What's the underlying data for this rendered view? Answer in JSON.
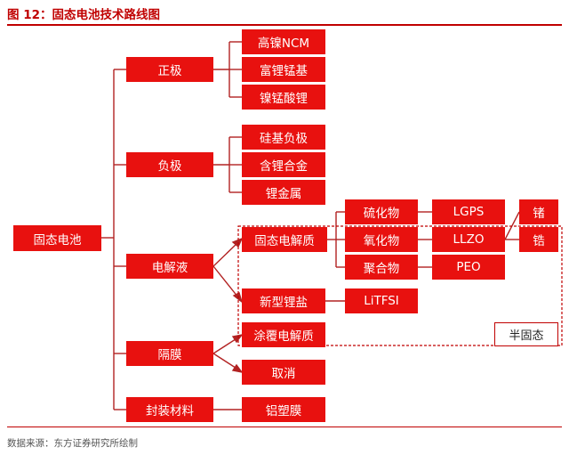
{
  "title": "图 12：固态电池技术路线图",
  "source": "数据来源：东方证券研究所绘制",
  "colors": {
    "box": "#e8110f",
    "line": "#b22222",
    "accent": "#c00000"
  },
  "nodes": {
    "root": "固态电池",
    "cathode": "正极",
    "anode": "负极",
    "electrolyte": "电解液",
    "separator": "隔膜",
    "packaging": "封装材料",
    "high_ni_ncm": "高镍NCM",
    "li_rich_mn": "富锂锰基",
    "ni_mn_li": "镍锰酸锂",
    "si_anode": "硅基负极",
    "li_alloy": "含锂合金",
    "li_metal": "锂金属",
    "solid_electrolyte": "固态电解质",
    "new_li_salt": "新型锂盐",
    "coated_electrolyte": "涂覆电解质",
    "cancel": "取消",
    "al_plastic": "铝塑膜",
    "sulfide": "硫化物",
    "oxide": "氧化物",
    "polymer": "聚合物",
    "lgps": "LGPS",
    "llzo": "LLZO",
    "peo": "PEO",
    "litfsi": "LiTFSI",
    "ge": "锗",
    "zr": "锆"
  },
  "semi_solid_label": "半固态"
}
